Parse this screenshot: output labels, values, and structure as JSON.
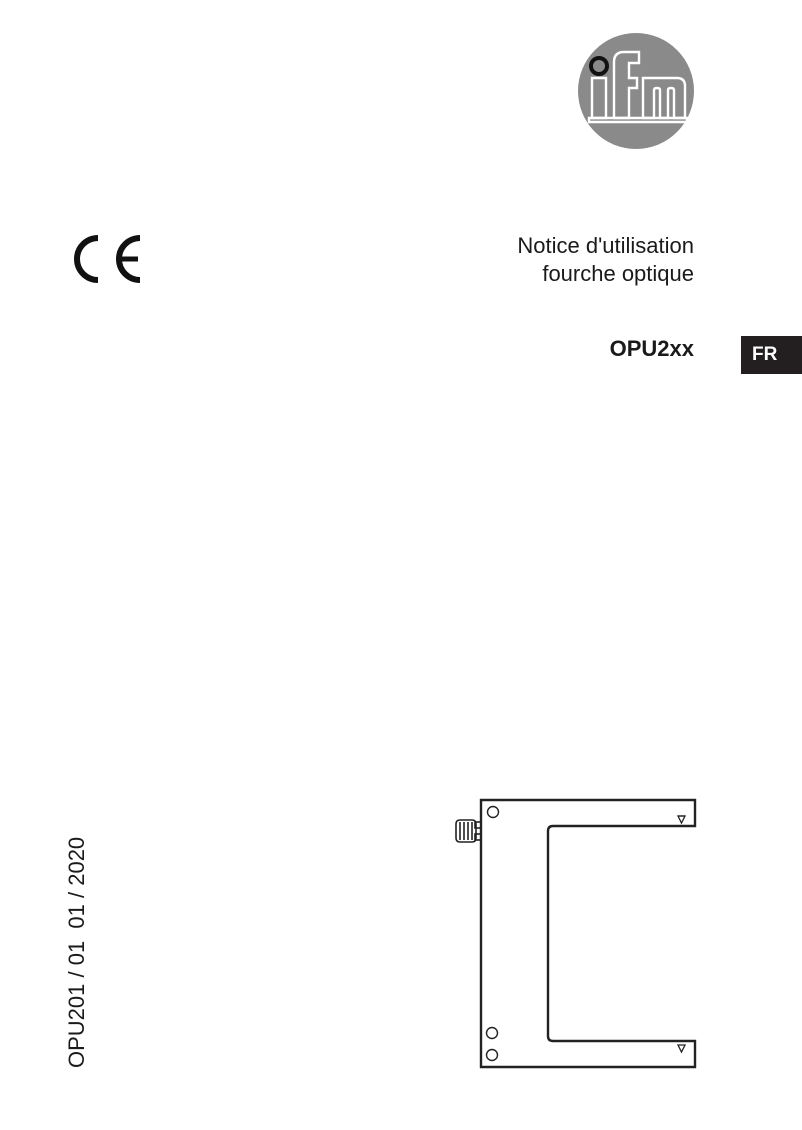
{
  "brand": {
    "logo_text": "ifm",
    "logo_circle_color": "#8a8a8a",
    "logo_icon": "ifm-logo-icon"
  },
  "certification": {
    "mark": "CE",
    "icon": "ce-mark-icon"
  },
  "title": {
    "line1": "Notice d'utilisation",
    "line2": "fourche optique"
  },
  "product": {
    "model": "OPU2xx"
  },
  "language_tab": {
    "label": "FR",
    "background": "#231f20"
  },
  "document_reference": "OPU201 / 01  01 / 2020",
  "drawing": {
    "description": "fork-sensor-outline",
    "icon": "fork-sensor-drawing-icon"
  }
}
